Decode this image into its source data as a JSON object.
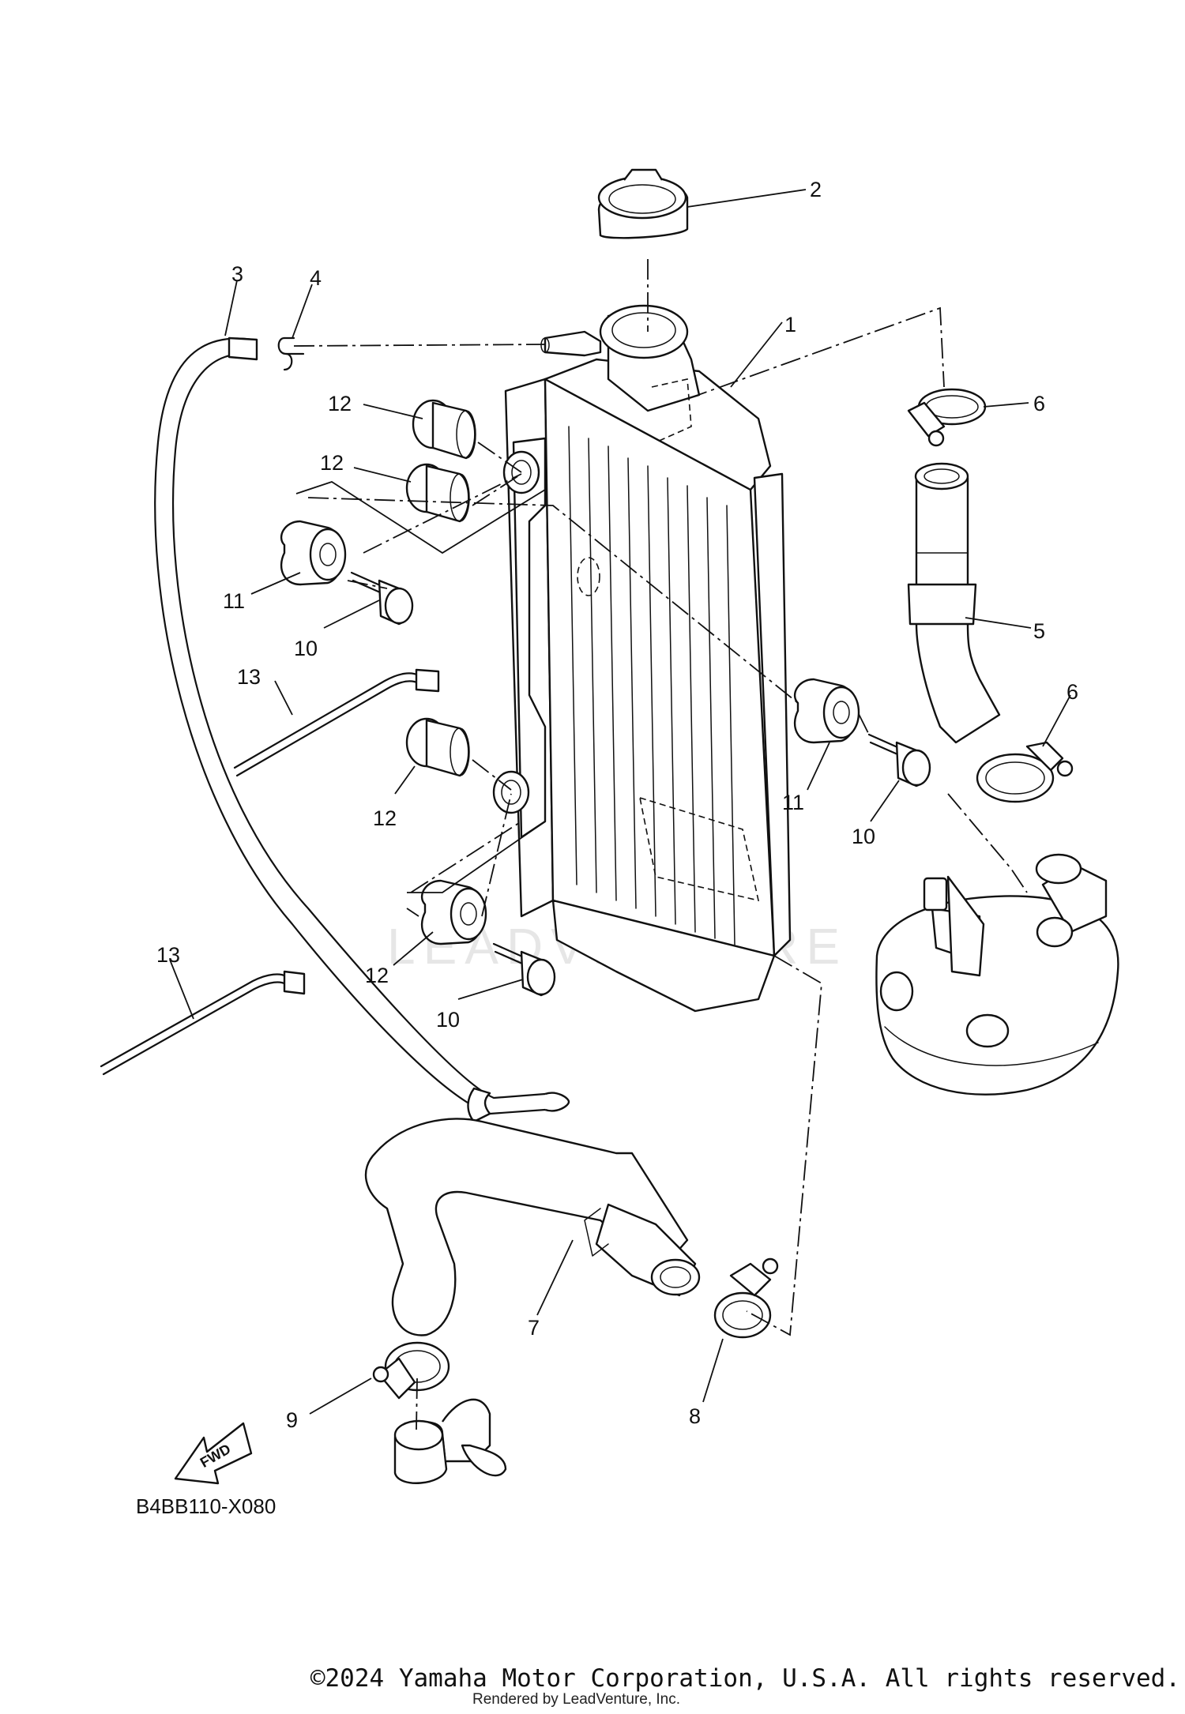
{
  "diagram": {
    "callouts": [
      {
        "id": "1",
        "label": "1"
      },
      {
        "id": "2",
        "label": "2"
      },
      {
        "id": "3",
        "label": "3"
      },
      {
        "id": "4",
        "label": "4"
      },
      {
        "id": "5",
        "label": "5"
      },
      {
        "id": "6a",
        "label": "6"
      },
      {
        "id": "6b",
        "label": "6"
      },
      {
        "id": "7",
        "label": "7"
      },
      {
        "id": "8",
        "label": "8"
      },
      {
        "id": "9",
        "label": "9"
      },
      {
        "id": "10a",
        "label": "10"
      },
      {
        "id": "10b",
        "label": "10"
      },
      {
        "id": "10c",
        "label": "10"
      },
      {
        "id": "11a",
        "label": "11"
      },
      {
        "id": "11b",
        "label": "11"
      },
      {
        "id": "11c",
        "label": "11"
      },
      {
        "id": "12a",
        "label": "12"
      },
      {
        "id": "12b",
        "label": "12"
      },
      {
        "id": "12c",
        "label": "12"
      },
      {
        "id": "13a",
        "label": "13"
      },
      {
        "id": "13b",
        "label": "13"
      }
    ],
    "fwd_label": "FWD",
    "watermark": "LEADVENTURE",
    "diagram_code": "B4BB110-X080"
  },
  "footer": {
    "copyright": "©2024 Yamaha Motor Corporation, U.S.A. All rights reserved.",
    "rendered_by": "Rendered by LeadVenture, Inc."
  }
}
